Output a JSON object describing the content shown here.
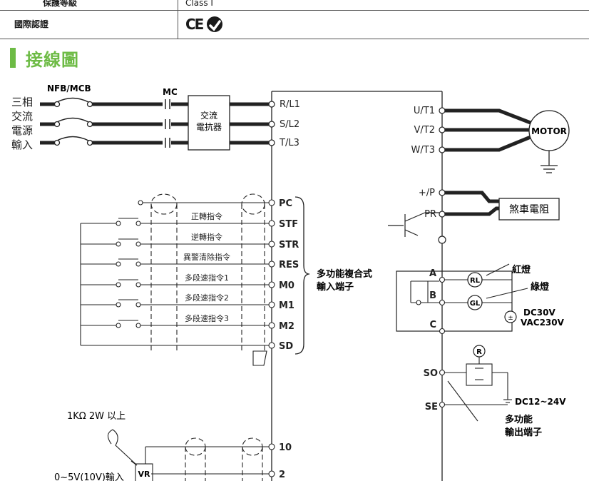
{
  "spec_table": {
    "protection_label": "保護等級",
    "protection_value": "Class I",
    "cert_label": "國際認證",
    "cert_logo_text": "CE"
  },
  "section": {
    "title": "接線圖"
  },
  "diagram": {
    "power_input_label": [
      "三相",
      "交流",
      "電源",
      "輸入"
    ],
    "breaker_label": "NFB/MCB",
    "contactor_label": "MC",
    "reactor_label": [
      "交流",
      "電抗器"
    ],
    "input_terminals": [
      "R/L1",
      "S/L2",
      "T/L3"
    ],
    "output_terminals": [
      "U/T1",
      "V/T2",
      "W/T3"
    ],
    "motor_label": "MOTOR",
    "dc_terminals": [
      "+/P",
      "PR"
    ],
    "brake_resistor_label": "煞車電阻",
    "control_terminals": [
      "PC",
      "STF",
      "STR",
      "RES",
      "M0",
      "M1",
      "M2",
      "SD"
    ],
    "command_labels": [
      "正轉指令",
      "逆轉指令",
      "異警清除指令",
      "多段速指令1",
      "多段速指令2",
      "多段速指令3"
    ],
    "control_group_label": [
      "多功能複合式",
      "輸入端子"
    ],
    "relay_terminals": [
      "A",
      "B",
      "C"
    ],
    "lamp_labels": [
      "RL",
      "GL"
    ],
    "lamp_names": [
      "紅燈",
      "綠燈"
    ],
    "relay_supply": [
      "DC30V",
      "VAC230V"
    ],
    "output_terminals_so": [
      "SO",
      "SE"
    ],
    "relay_symbol": "R",
    "so_supply": "DC12~24V",
    "output_group_label": [
      "多功能",
      "輸出端子"
    ],
    "pot_spec": "1KΩ 2W 以上",
    "analog_terminals": [
      "10",
      "2"
    ],
    "vr_label": "VR",
    "analog_input_label": "0~5V(10V)輸入"
  }
}
